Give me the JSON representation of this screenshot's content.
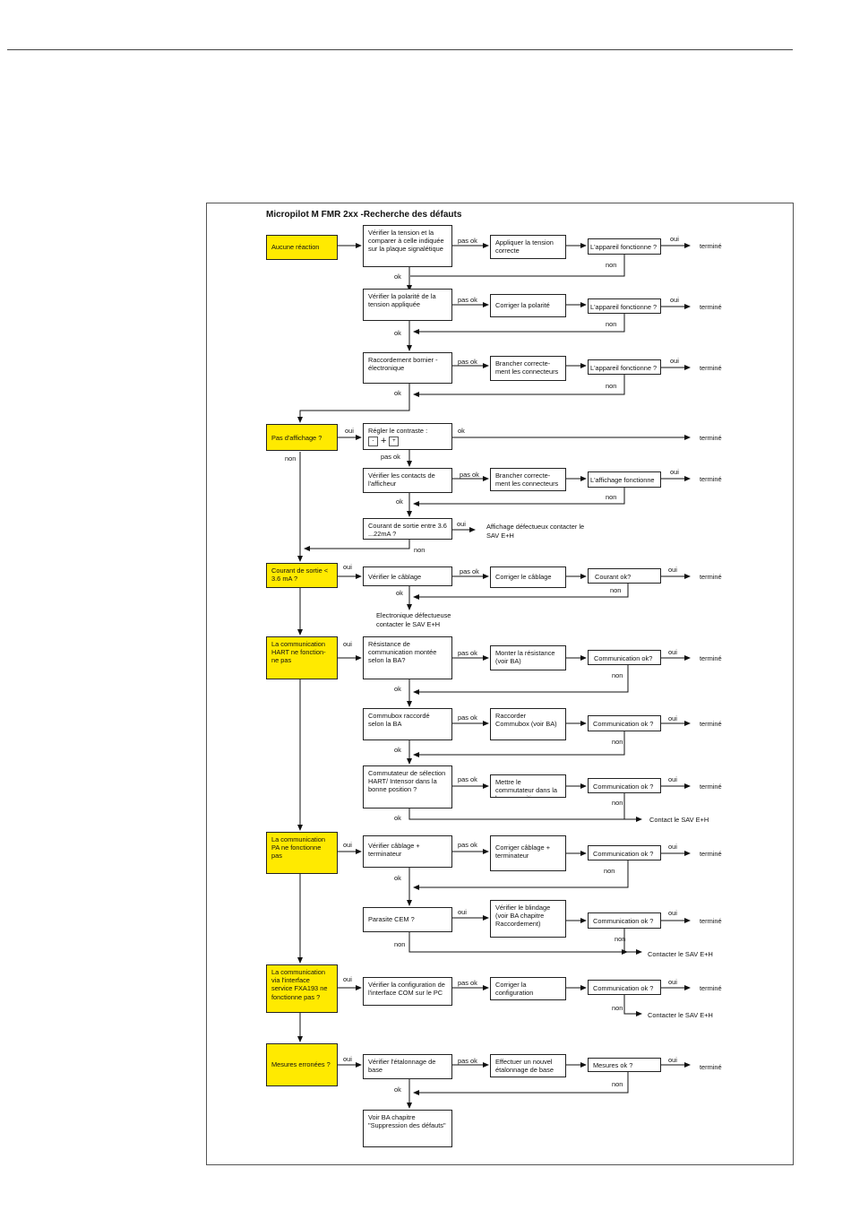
{
  "title": "Micropilot M FMR 2xx -Recherche des défauts",
  "start_boxes": [
    {
      "id": "s1",
      "text": "Aucune réaction"
    },
    {
      "id": "s2",
      "text": "Pas d'affichage ?"
    },
    {
      "id": "s3",
      "text": "Courant de sortie < 3.6 mA ?"
    },
    {
      "id": "s4",
      "text": "La communication HART ne fonction- ne pas"
    },
    {
      "id": "s5",
      "text": "La communication PA ne fonctionne pas"
    },
    {
      "id": "s6",
      "text": "La communication via l'interface service FXA193 ne fonctionne pas ?"
    },
    {
      "id": "s7",
      "text": "Mesures erronées ?"
    }
  ],
  "check_boxes": [
    {
      "id": "c1",
      "text": "Vérifier la tension et la comparer à celle indiquée sur la plaque signalétique"
    },
    {
      "id": "c2",
      "text": "Vérifier la polarité de la tension appliquée"
    },
    {
      "id": "c3",
      "text": "Raccordement bornier - électronique"
    },
    {
      "id": "c4",
      "text": "Régler le contraste :"
    },
    {
      "id": "c5",
      "text": "Vérifier les contacts de l'afficheur"
    },
    {
      "id": "c6",
      "text": "Courant de sortie entre 3.6 ...22mA ?"
    },
    {
      "id": "c7",
      "text": "Vérifier le câblage"
    },
    {
      "id": "c8",
      "text": "Résistance de communication montée selon la BA?"
    },
    {
      "id": "c9",
      "text": "Commubox raccordé selon la BA"
    },
    {
      "id": "c10",
      "text": "Commutateur de sélection HART/ Intensor dans la bonne position ?"
    },
    {
      "id": "c11",
      "text": "Vérifier câblage + terminateur"
    },
    {
      "id": "c12",
      "text": "Parasite CEM ?"
    },
    {
      "id": "c13",
      "text": "Vérifier la configuration de l'interface COM sur le PC"
    },
    {
      "id": "c14",
      "text": "Vérifier l'étalonnage de base"
    },
    {
      "id": "c15",
      "text": "Voir BA chapitre \"Suppression des défauts\""
    }
  ],
  "fix_boxes": [
    {
      "id": "f1",
      "text": "Appliquer la tension correcte"
    },
    {
      "id": "f2",
      "text": "Corriger la polarité"
    },
    {
      "id": "f3",
      "text": "Brancher correcte- ment les connecteurs"
    },
    {
      "id": "f5",
      "text": "Brancher correcte- ment les connecteurs"
    },
    {
      "id": "f7",
      "text": "Corriger le câblage"
    },
    {
      "id": "f8",
      "text": "Monter la résistance (voir BA)"
    },
    {
      "id": "f9",
      "text": "Raccorder Commubox (voir BA)"
    },
    {
      "id": "f10",
      "text": "Mettre le commutateur dans la bonne position"
    },
    {
      "id": "f11",
      "text": "Corriger câblage + terminateur"
    },
    {
      "id": "f12",
      "text": "Vérifier le blindage (voir BA chapitre Raccordement)"
    },
    {
      "id": "f13",
      "text": "Corriger la configuration"
    },
    {
      "id": "f14",
      "text": "Effectuer un nouvel étalonnage de base"
    }
  ],
  "test_boxes": [
    {
      "id": "t1",
      "text": "L'appareil fonctionne ?"
    },
    {
      "id": "t2",
      "text": "L'appareil fonctionne ?"
    },
    {
      "id": "t3",
      "text": "L'appareil fonctionne ?"
    },
    {
      "id": "t5",
      "text": "L'affichage fonctionne"
    },
    {
      "id": "t7",
      "text": "Courant ok?"
    },
    {
      "id": "t8",
      "text": "Communication ok?"
    },
    {
      "id": "t9",
      "text": "Communication ok ?"
    },
    {
      "id": "t10",
      "text": "Communication ok ?"
    },
    {
      "id": "t11",
      "text": "Communication ok ?"
    },
    {
      "id": "t12",
      "text": "Communication ok ?"
    },
    {
      "id": "t13",
      "text": "Communication ok ?"
    },
    {
      "id": "t14",
      "text": "Mesures ok ?"
    }
  ],
  "contrast_buttons": [
    "-",
    "+",
    "+"
  ],
  "labels": {
    "oui": "oui",
    "non": "non",
    "ok": "ok",
    "pas_ok": "pas ok",
    "termine": "terminé",
    "affichage_defectueux": "Affichage défectueux contacter le SAV E+H",
    "electronique_defectueuse": "Electronique défectueuse contacter le SAV E+H",
    "contact_sav": "Contact le SAV E+H",
    "contacter_sav": "Contacter le SAV E+H"
  }
}
